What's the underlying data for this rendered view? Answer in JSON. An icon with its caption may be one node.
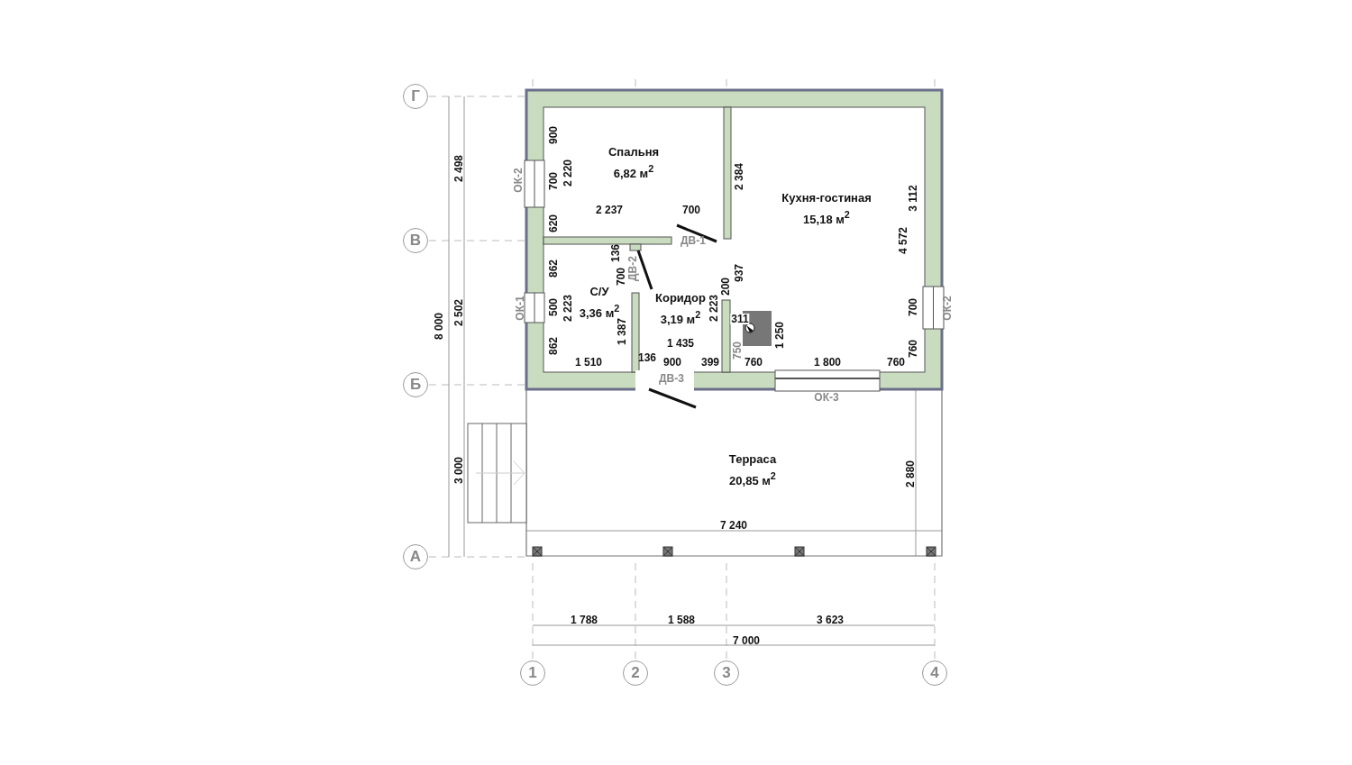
{
  "diagram": {
    "nodes": [
      {
        "text": [
          "Г"
        ]
      },
      {
        "text": [
          "В"
        ]
      },
      {
        "text": [
          "Б"
        ]
      },
      {
        "text": [
          "А"
        ]
      },
      {
        "text": [
          "Спальня",
          "6,82 м$^{2}$"
        ]
      },
      {
        "text": [
          "Кухня-гостиная",
          "15,18 м$^{2}$"
        ]
      },
      {
        "text": [
          "С/У",
          "3,36 м$^{2}$"
        ]
      },
      {
        "text": [
          "Коридор",
          "3,19 м$^{2}$"
        ]
      },
      {
        "text": [
          "Терраса",
          "20,85 м$^{2}$"
        ]
      },
      {
        "text": [
          "1"
        ]
      },
      {
        "text": [
          "2"
        ]
      },
      {
        "text": [
          "3"
        ]
      },
      {
        "text": [
          "4"
        ]
      }
    ],
    "edges": [],
    "labels": [
      "900",
      "2 498",
      "ОК-2",
      "700",
      "2 220",
      "2 384",
      "3 112",
      "2 237",
      "700",
      "620",
      "ДВ-1",
      "4 572",
      "136",
      "862",
      "700",
      "ДВ-2",
      "200",
      "937",
      "8 000",
      "2 502",
      "ОК-1",
      "500",
      "2 223",
      "2 223",
      "311",
      "700",
      "ОК-2",
      "1 387",
      "1 250",
      "862",
      "1 435",
      "750",
      "760",
      "1 510",
      "136",
      "900",
      "399",
      "760",
      "1 800",
      "760",
      "ДВ-3",
      "ОК-3",
      "3 000",
      "2 880",
      "7 240",
      "1 788",
      "1 588",
      "3 623",
      "7 000"
    ]
  }
}
